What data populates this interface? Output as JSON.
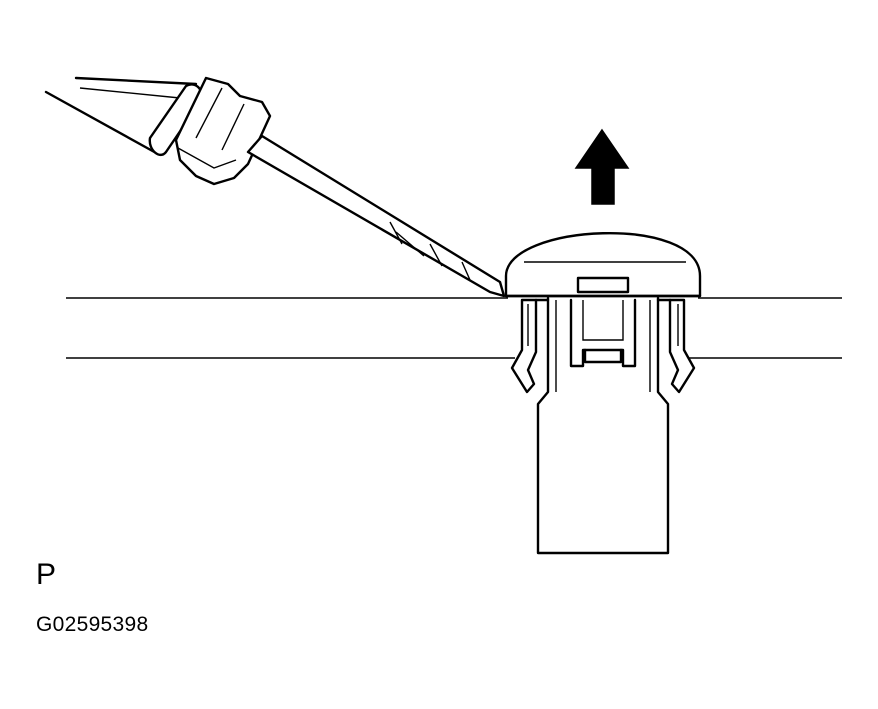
{
  "figure": {
    "view_label": "P",
    "figure_code": "G02595398",
    "direction_arrow": "up",
    "colors": {
      "line": "#000000",
      "background": "#ffffff"
    }
  }
}
